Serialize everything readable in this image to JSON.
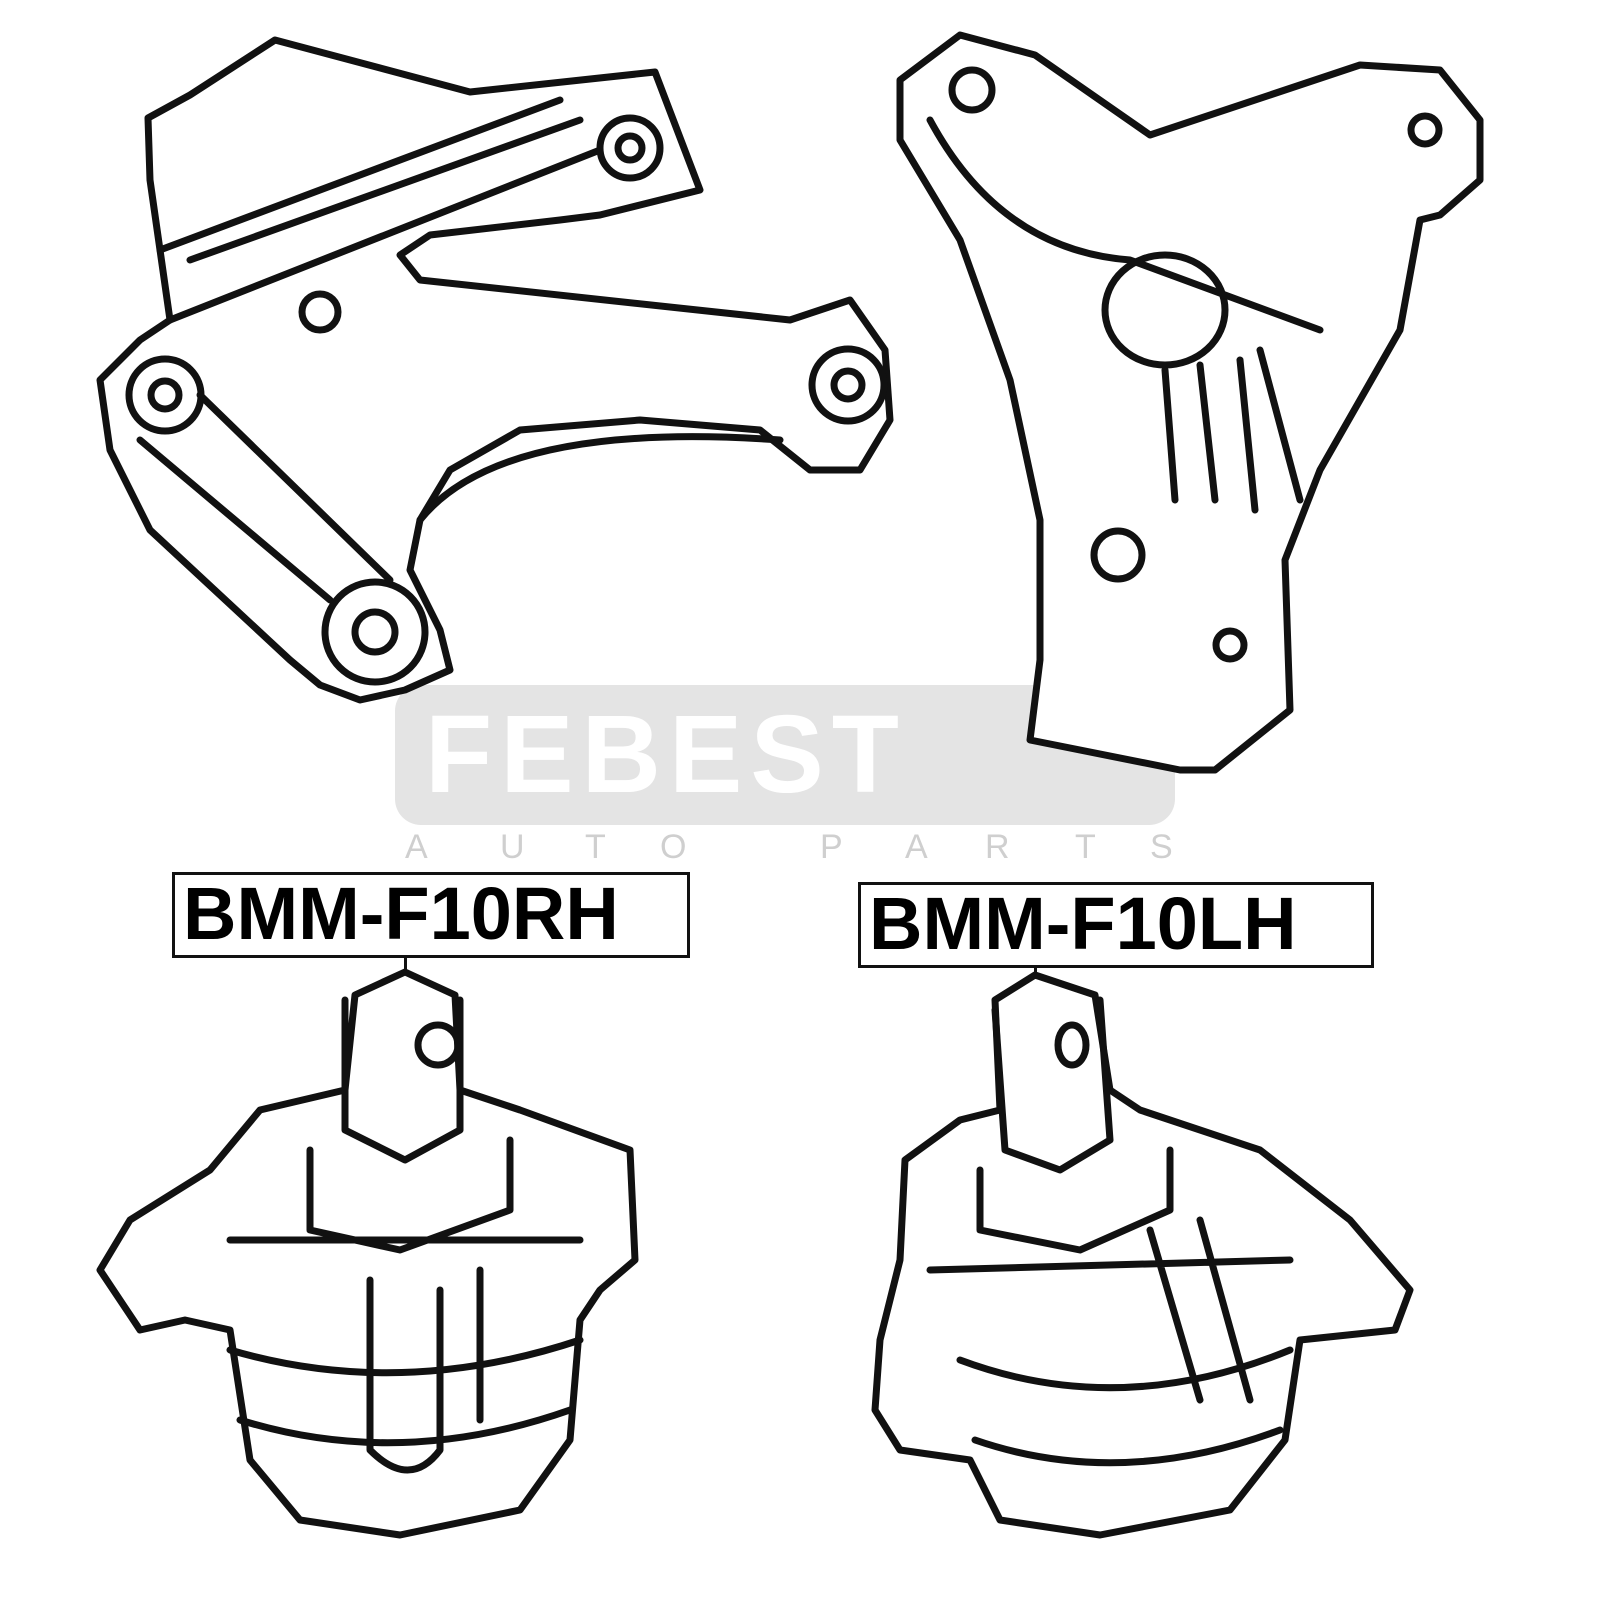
{
  "watermark": {
    "brand": "FEBEST",
    "tagline_letters": [
      "A",
      "U",
      "T",
      "O",
      "P",
      "A",
      "R",
      "T",
      "S"
    ]
  },
  "parts": [
    {
      "part_number": "BMM-F10RH",
      "description_side": "right"
    },
    {
      "part_number": "BMM-F10LH",
      "description_side": "left"
    }
  ],
  "colors": {
    "line": "#111111",
    "watermark_bg": "#e4e4e4",
    "watermark_text": "#ffffff"
  }
}
